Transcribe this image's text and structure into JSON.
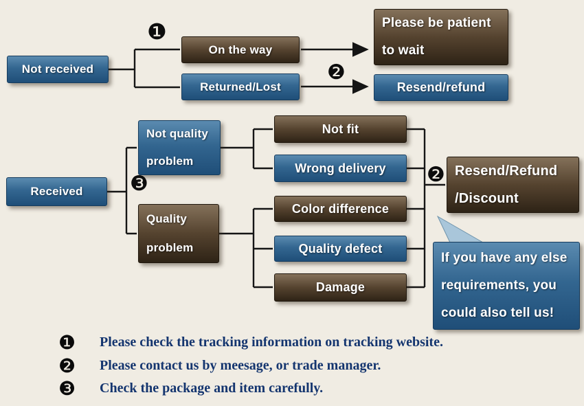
{
  "nodes": {
    "not_received": "Not received",
    "on_the_way": "On the way",
    "returned_lost": "Returned/Lost",
    "be_patient_l1": "Please be patient",
    "be_patient_l2": "to wait",
    "resend_refund": "Resend/refund",
    "received": "Received",
    "not_quality_l1": "Not quality",
    "not_quality_l2": "problem",
    "quality_l1": "Quality",
    "quality_l2": "problem",
    "not_fit": "Not fit",
    "wrong_delivery": "Wrong delivery",
    "color_difference": "Color difference",
    "quality_defect": "Quality defect",
    "damage": "Damage",
    "resend_discount_l1": "Resend/Refund",
    "resend_discount_l2": "/Discount",
    "bubble_l1": "If you have any else",
    "bubble_l2": "requirements, you",
    "bubble_l3": "could also tell us!"
  },
  "markers": {
    "step1": "❶",
    "step2": "❷",
    "step3": "❸"
  },
  "legend": [
    {
      "num": "❶",
      "text": "Please check the tracking information on tracking website."
    },
    {
      "num": "❷",
      "text": "Please contact us by meesage, or trade manager."
    },
    {
      "num": "❸",
      "text": "Check the package and item carefully."
    }
  ],
  "colors": {
    "background": "#f0ece3",
    "box_blue": "#336690",
    "box_brown": "#55432f",
    "legend_text": "#14356f",
    "line": "#151515",
    "bubble_tail": "#a9c6da"
  }
}
